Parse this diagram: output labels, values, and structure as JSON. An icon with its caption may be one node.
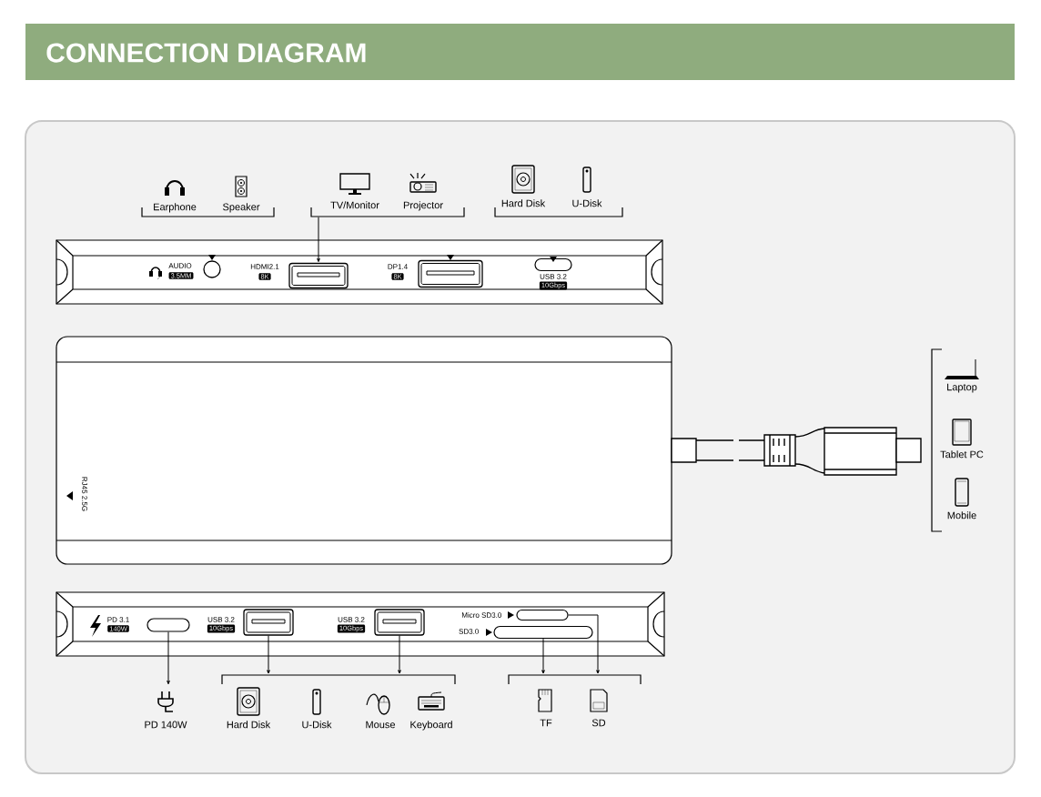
{
  "diagram": {
    "title": "CONNECTION DIAGRAM",
    "nodes": [
      {
        "text": [
          "Earphone"
        ]
      },
      {
        "text": [
          "Speaker"
        ]
      },
      {
        "text": [],
        "shape": "bracket"
      },
      {
        "text": [
          "TV/Monitor"
        ]
      },
      {
        "text": [
          "Projector"
        ]
      },
      {
        "text": [],
        "shape": "bracket"
      },
      {
        "text": [
          "Hard Disk"
        ]
      },
      {
        "text": [
          "U-Disk"
        ]
      },
      {
        "text": [],
        "shape": "bracket"
      },
      {
        "text": [],
        "shape": "circle"
      },
      {
        "text": [],
        "shape": "box"
      },
      {
        "text": [],
        "shape": "box"
      },
      {
        "text": [],
        "shape": "oval"
      },
      {
        "text": [],
        "shape": "bracket"
      },
      {
        "text": [
          "Laptop"
        ]
      },
      {
        "text": [
          "Tablet PC"
        ]
      },
      {
        "text": [
          "Mobile"
        ]
      },
      {
        "text": [],
        "shape": "oval"
      },
      {
        "text": [],
        "shape": "box"
      },
      {
        "text": [],
        "shape": "box"
      },
      {
        "text": [],
        "shape": "slot"
      },
      {
        "text": [],
        "shape": "slot"
      },
      {
        "text": [
          "PD 140W"
        ]
      },
      {
        "text": [],
        "shape": "bracket"
      },
      {
        "text": [
          "Hard Disk"
        ]
      },
      {
        "text": [
          "U-Disk"
        ]
      },
      {
        "text": [
          "Mouse"
        ]
      },
      {
        "text": [
          "Keyboard"
        ]
      },
      {
        "text": [],
        "shape": "bracket"
      },
      {
        "text": [
          "TF"
        ]
      },
      {
        "text": [
          "SD"
        ]
      }
    ],
    "edges": [
      {
        "from": 5,
        "to": 10,
        "arrow": "to"
      },
      {
        "from": 17,
        "to": 22,
        "arrow": "to"
      },
      {
        "from": 18,
        "to": 23,
        "arrow": "to"
      },
      {
        "from": 19,
        "to": 23,
        "arrow": "to"
      },
      {
        "from": 20,
        "to": 28,
        "arrow": "to"
      },
      {
        "from": 21,
        "to": 28,
        "arrow": "to"
      }
    ],
    "labels": [
      "AUDIO",
      "3.5MM",
      "HDMI2.1",
      "8K",
      "DP1.4",
      "8K",
      "USB 3.2",
      "10Gbps",
      "RJ45 2.5G",
      "PD 3.1",
      "140W",
      "USB 3.2",
      "10Gbps",
      "USB 3.2",
      "10Gbps",
      "Micro SD3.0",
      "SD3.0"
    ]
  }
}
